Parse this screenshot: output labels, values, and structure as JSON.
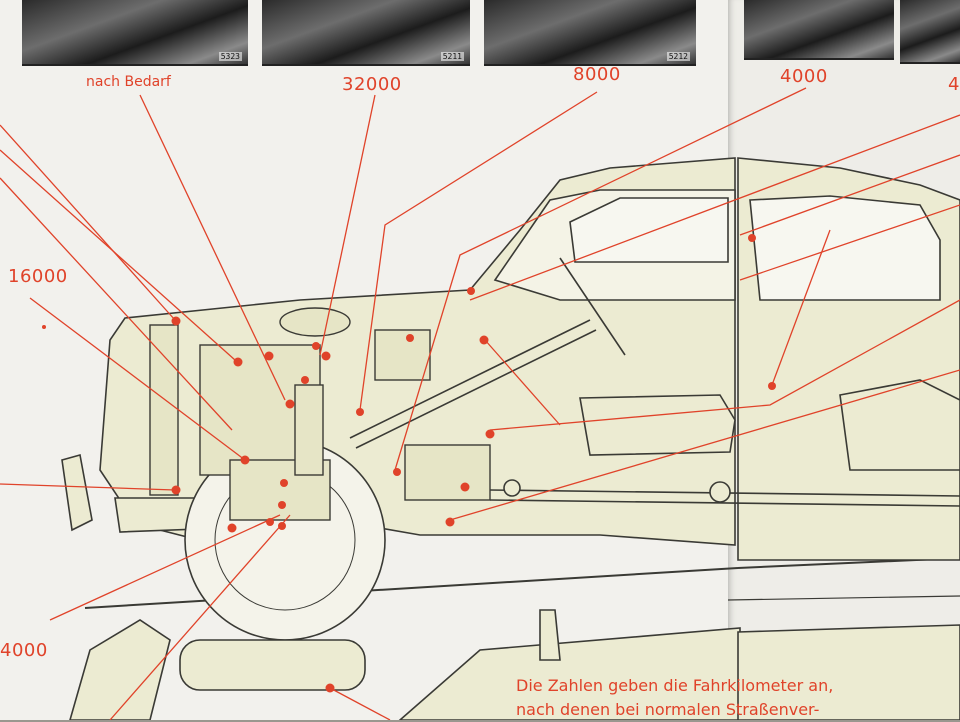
{
  "photo_numbers": [
    "5323",
    "5211",
    "5212"
  ],
  "labels": {
    "nach_bedarf": "nach Bedarf",
    "l32000": "32000",
    "l8000": "8000",
    "l4000_top": "4000",
    "l4_partial": "4",
    "l16000": "16000",
    "l4000_left": "4000"
  },
  "note": {
    "line1": "Die Zahlen geben die Fahrkilometer an,",
    "line2": "nach denen bei normalen Straßenver-"
  },
  "colors": {
    "accent": "#e0432a",
    "paper": "#f2f1ed",
    "car_fill": "#ecebd2",
    "outline": "#3a3a35"
  }
}
